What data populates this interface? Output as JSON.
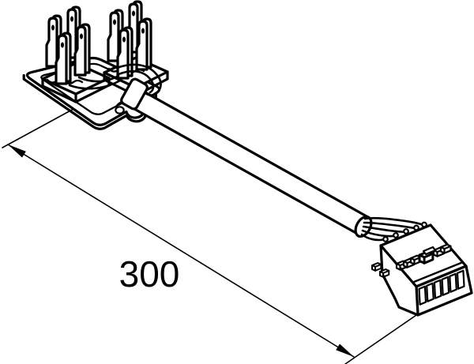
{
  "diagram": {
    "type": "technical-drawing",
    "dimension": {
      "label": "300"
    },
    "colors": {
      "line": "#000000",
      "background": "#ffffff"
    },
    "parts": {
      "left_connector": "terminal-plate-with-blade-terminals",
      "cable": "straight-cable",
      "right_connector": "six-slot-receptacle-housing",
      "strain_relief": "cable-clamp-with-rivet"
    }
  }
}
